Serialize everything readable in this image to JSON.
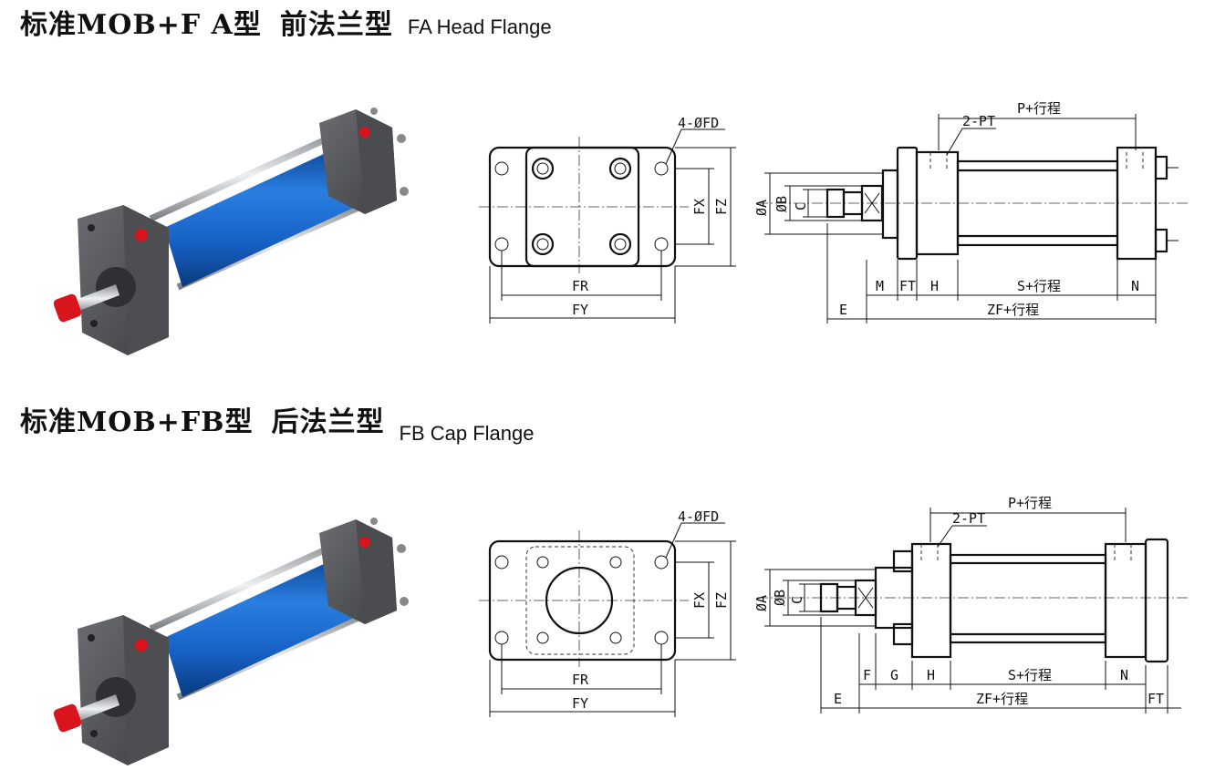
{
  "sections": [
    {
      "title_cn": "标准MOB+F A型",
      "title_cn2": "前法兰型",
      "title_en": "FA Head Flange",
      "front_labels": {
        "holes": "4-ØFD",
        "fr": "FR",
        "fy": "FY",
        "fx": "FX",
        "fz": "FZ"
      },
      "side_labels": {
        "p": "P+行程",
        "pt": "2-PT",
        "a": "ØA",
        "b": "ØB",
        "c": "C",
        "m": "M",
        "ft": "FT",
        "h": "H",
        "s": "S+行程",
        "n": "N",
        "e": "E",
        "zf": "ZF+行程"
      }
    },
    {
      "title_cn": "标准MOB+FB型",
      "title_cn2": "后法兰型",
      "title_en": "FB Cap Flange",
      "front_labels": {
        "holes": "4-ØFD",
        "fr": "FR",
        "fy": "FY",
        "fx": "FX",
        "fz": "FZ"
      },
      "side_labels": {
        "p": "P+行程",
        "pt": "2-PT",
        "a": "ØA",
        "b": "ØB",
        "c": "C",
        "f": "F",
        "g": "G",
        "h": "H",
        "s": "S+行程",
        "n": "N",
        "e": "E",
        "zf": "ZF+行程",
        "ft": "FT"
      }
    }
  ],
  "colors": {
    "cylinder_blue": "#1565c8",
    "body_gray": "#55575a",
    "cap_red": "#d8141c",
    "rod_silver": "#c4c8cc"
  }
}
